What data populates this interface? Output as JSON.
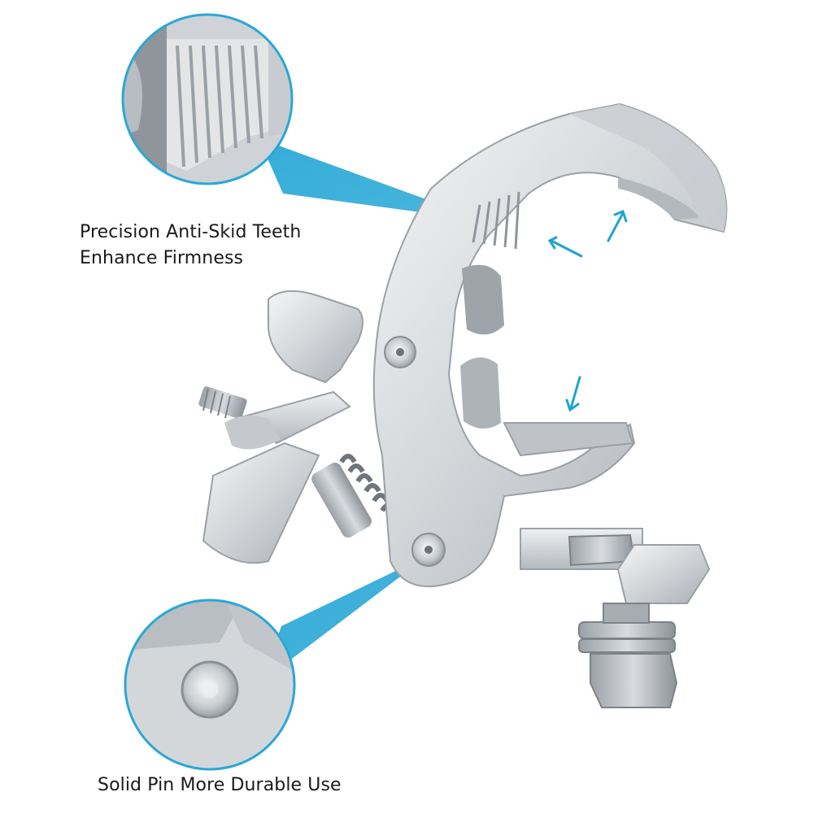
{
  "callouts": {
    "teeth": {
      "line1": "Precision Anti-Skid Teeth",
      "line2": "Enhance Firmness"
    },
    "pin": {
      "text": "Solid Pin More Durable Use"
    }
  },
  "colors": {
    "accent": "#29a8d6",
    "arrow": "#1ea5cf",
    "metal_light": "#e6e8ea",
    "metal_mid": "#c3c7cb",
    "metal_dark": "#8e9398",
    "background": "#ffffff"
  },
  "icons": [
    "clamp-body",
    "wing-knob",
    "spring",
    "hex-nut",
    "bolt",
    "pin-head",
    "adjust-arrow"
  ]
}
